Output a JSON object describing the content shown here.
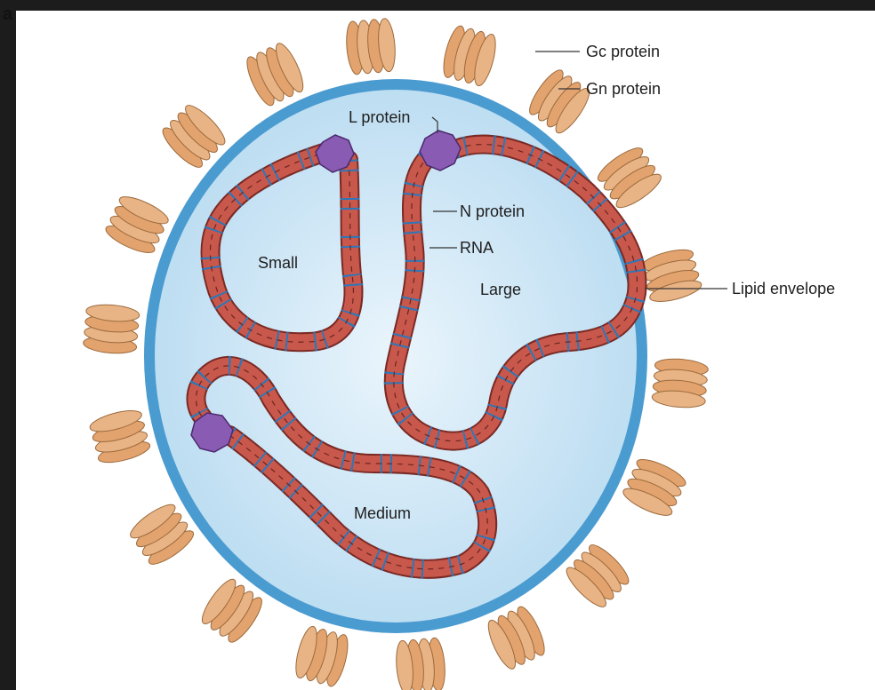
{
  "panel": {
    "letter": "a"
  },
  "labels": {
    "gc_protein": "Gc protein",
    "gn_protein": "Gn protein",
    "l_protein": "L protein",
    "n_protein": "N protein",
    "rna": "RNA",
    "lipid_envelope": "Lipid envelope",
    "small": "Small",
    "large": "Large",
    "medium": "Medium"
  },
  "segments": [
    "Small",
    "Medium",
    "Large"
  ],
  "colors": {
    "page_background": "#1c1c1c",
    "panel_background": "#ffffff",
    "envelope_ring": "#4a9bd0",
    "interior": "#cfe6f5",
    "glycoprotein": "#e2a36e",
    "glycoprotein_edge": "#9c6a3c",
    "nucleocapsid": "#c8584c",
    "nucleocapsid_edge": "#7a2a24",
    "rna_band": "#2d77b8",
    "l_protein": "#8a5bb3",
    "l_protein_edge": "#4b2a6e",
    "leader_line": "#333333"
  }
}
